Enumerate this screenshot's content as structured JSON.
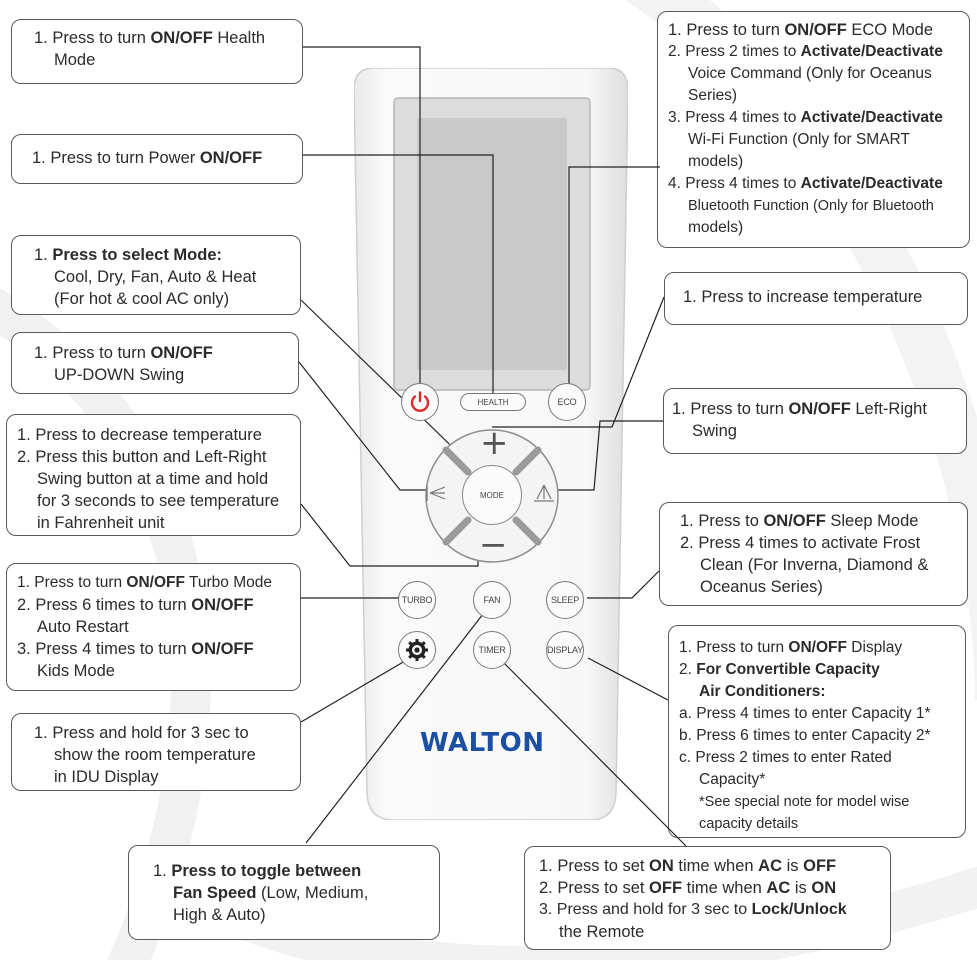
{
  "remote": {
    "brand": "WALTON",
    "buttons": {
      "health": "HEALTH",
      "eco": "ECO",
      "mode": "MODE",
      "turbo": "TURBO",
      "fan": "FAN",
      "sleep": "SLEEP",
      "timer": "TIMER",
      "display": "DISPLAY",
      "plus": "+",
      "minus": "−"
    }
  },
  "callouts": {
    "health": {
      "prefix": "1. Press to turn ",
      "bold": "ON/OFF",
      "suffix": " Health",
      "line2": "Mode"
    },
    "power": {
      "prefix": "1. Press to turn Power ",
      "bold": "ON/OFF"
    },
    "mode": {
      "prefix": "1. ",
      "bold": "Press to select Mode:",
      "line2": "Cool, Dry, Fan, Auto & Heat",
      "line3": "(For hot & cool AC only)"
    },
    "updown": {
      "prefix": "1. Press to turn ",
      "bold": "ON/OFF",
      "line2": "UP-DOWN Swing"
    },
    "decrease": {
      "l1": "1. Press to decrease temperature",
      "l2": "2. Press this button and Left-Right",
      "l3": "Swing button at a time and hold",
      "l4": "for 3 seconds to see temperature",
      "l5": "in Fahrenheit unit"
    },
    "turbo": {
      "i1": {
        "prefix": "1. Press to turn ",
        "bold": "ON/OFF",
        "suffix": " Turbo Mode"
      },
      "i2": {
        "prefix": "2. Press 6 times to turn ",
        "bold": "ON/OFF",
        "line2": "Auto Restart"
      },
      "i3": {
        "prefix": "3. Press 4 times to turn ",
        "bold": "ON/OFF",
        "line2": "Kids Mode"
      }
    },
    "settings": {
      "l1": "1. Press and hold for 3 sec to",
      "l2": "show the room temperature",
      "l3": "in IDU Display"
    },
    "fan": {
      "prefix": "1. ",
      "bold": "Press to toggle between",
      "bold2": "Fan Speed",
      "suffix2": " (Low, Medium,",
      "line3": "High & Auto)"
    },
    "eco": {
      "i1": {
        "prefix": "1. Press to turn ",
        "bold": "ON/OFF",
        "suffix": " ECO Mode"
      },
      "i2": {
        "prefix": "2. Press 2 times to ",
        "bold": "Activate/Deactivate",
        "line2": "Voice Command (Only for Oceanus",
        "line3": "Series)"
      },
      "i3": {
        "prefix": "3. Press 4 times to ",
        "bold": "Activate/Deactivate",
        "line2": "Wi-Fi Function (Only for SMART",
        "line3": "models)"
      },
      "i4": {
        "prefix": "4. Press 4 times to ",
        "bold": "Activate/Deactivate",
        "line2": "Bluetooth Function (Only for Bluetooth",
        "line3": "models)"
      }
    },
    "increase": {
      "text": "1. Press to increase temperature"
    },
    "leftright": {
      "prefix": "1. Press to turn ",
      "bold": "ON/OFF",
      "suffix": " Left-Right",
      "line2": "Swing"
    },
    "sleep": {
      "i1": {
        "prefix": "1. Press to ",
        "bold": "ON/OFF",
        "suffix": " Sleep Mode"
      },
      "i2": {
        "text": "2. Press 4 times to activate Frost",
        "line2": "Clean (For Inverna, Diamond &",
        "line3": "Oceanus Series)"
      }
    },
    "display": {
      "i1": {
        "prefix": "1. Press to turn ",
        "bold": "ON/OFF",
        "suffix": " Display"
      },
      "i2": {
        "prefix": "2. ",
        "bold": "For Convertible Capacity",
        "bold2": "Air Conditioners:"
      },
      "a": "a. Press 4 times to enter Capacity 1*",
      "b": "b. Press 6 times to enter Capacity 2*",
      "c": "c. Press 2 times to enter Rated",
      "c2": "Capacity*",
      "note1": "*See special note for model wise",
      "note2": "capacity details"
    },
    "timer": {
      "i1": {
        "p1": "1. Press to set ",
        "b1": "ON",
        "p2": " time when ",
        "b2": "AC",
        "p3": " is ",
        "b3": "OFF"
      },
      "i2": {
        "p1": "2. Press to set ",
        "b1": "OFF",
        "p2": " time when ",
        "b2": "AC",
        "p3": " is ",
        "b3": "ON"
      },
      "i3": {
        "p1": "3. Press and hold for 3 sec to ",
        "b1": "Lock/Unlock",
        "line2": "the Remote"
      }
    }
  }
}
